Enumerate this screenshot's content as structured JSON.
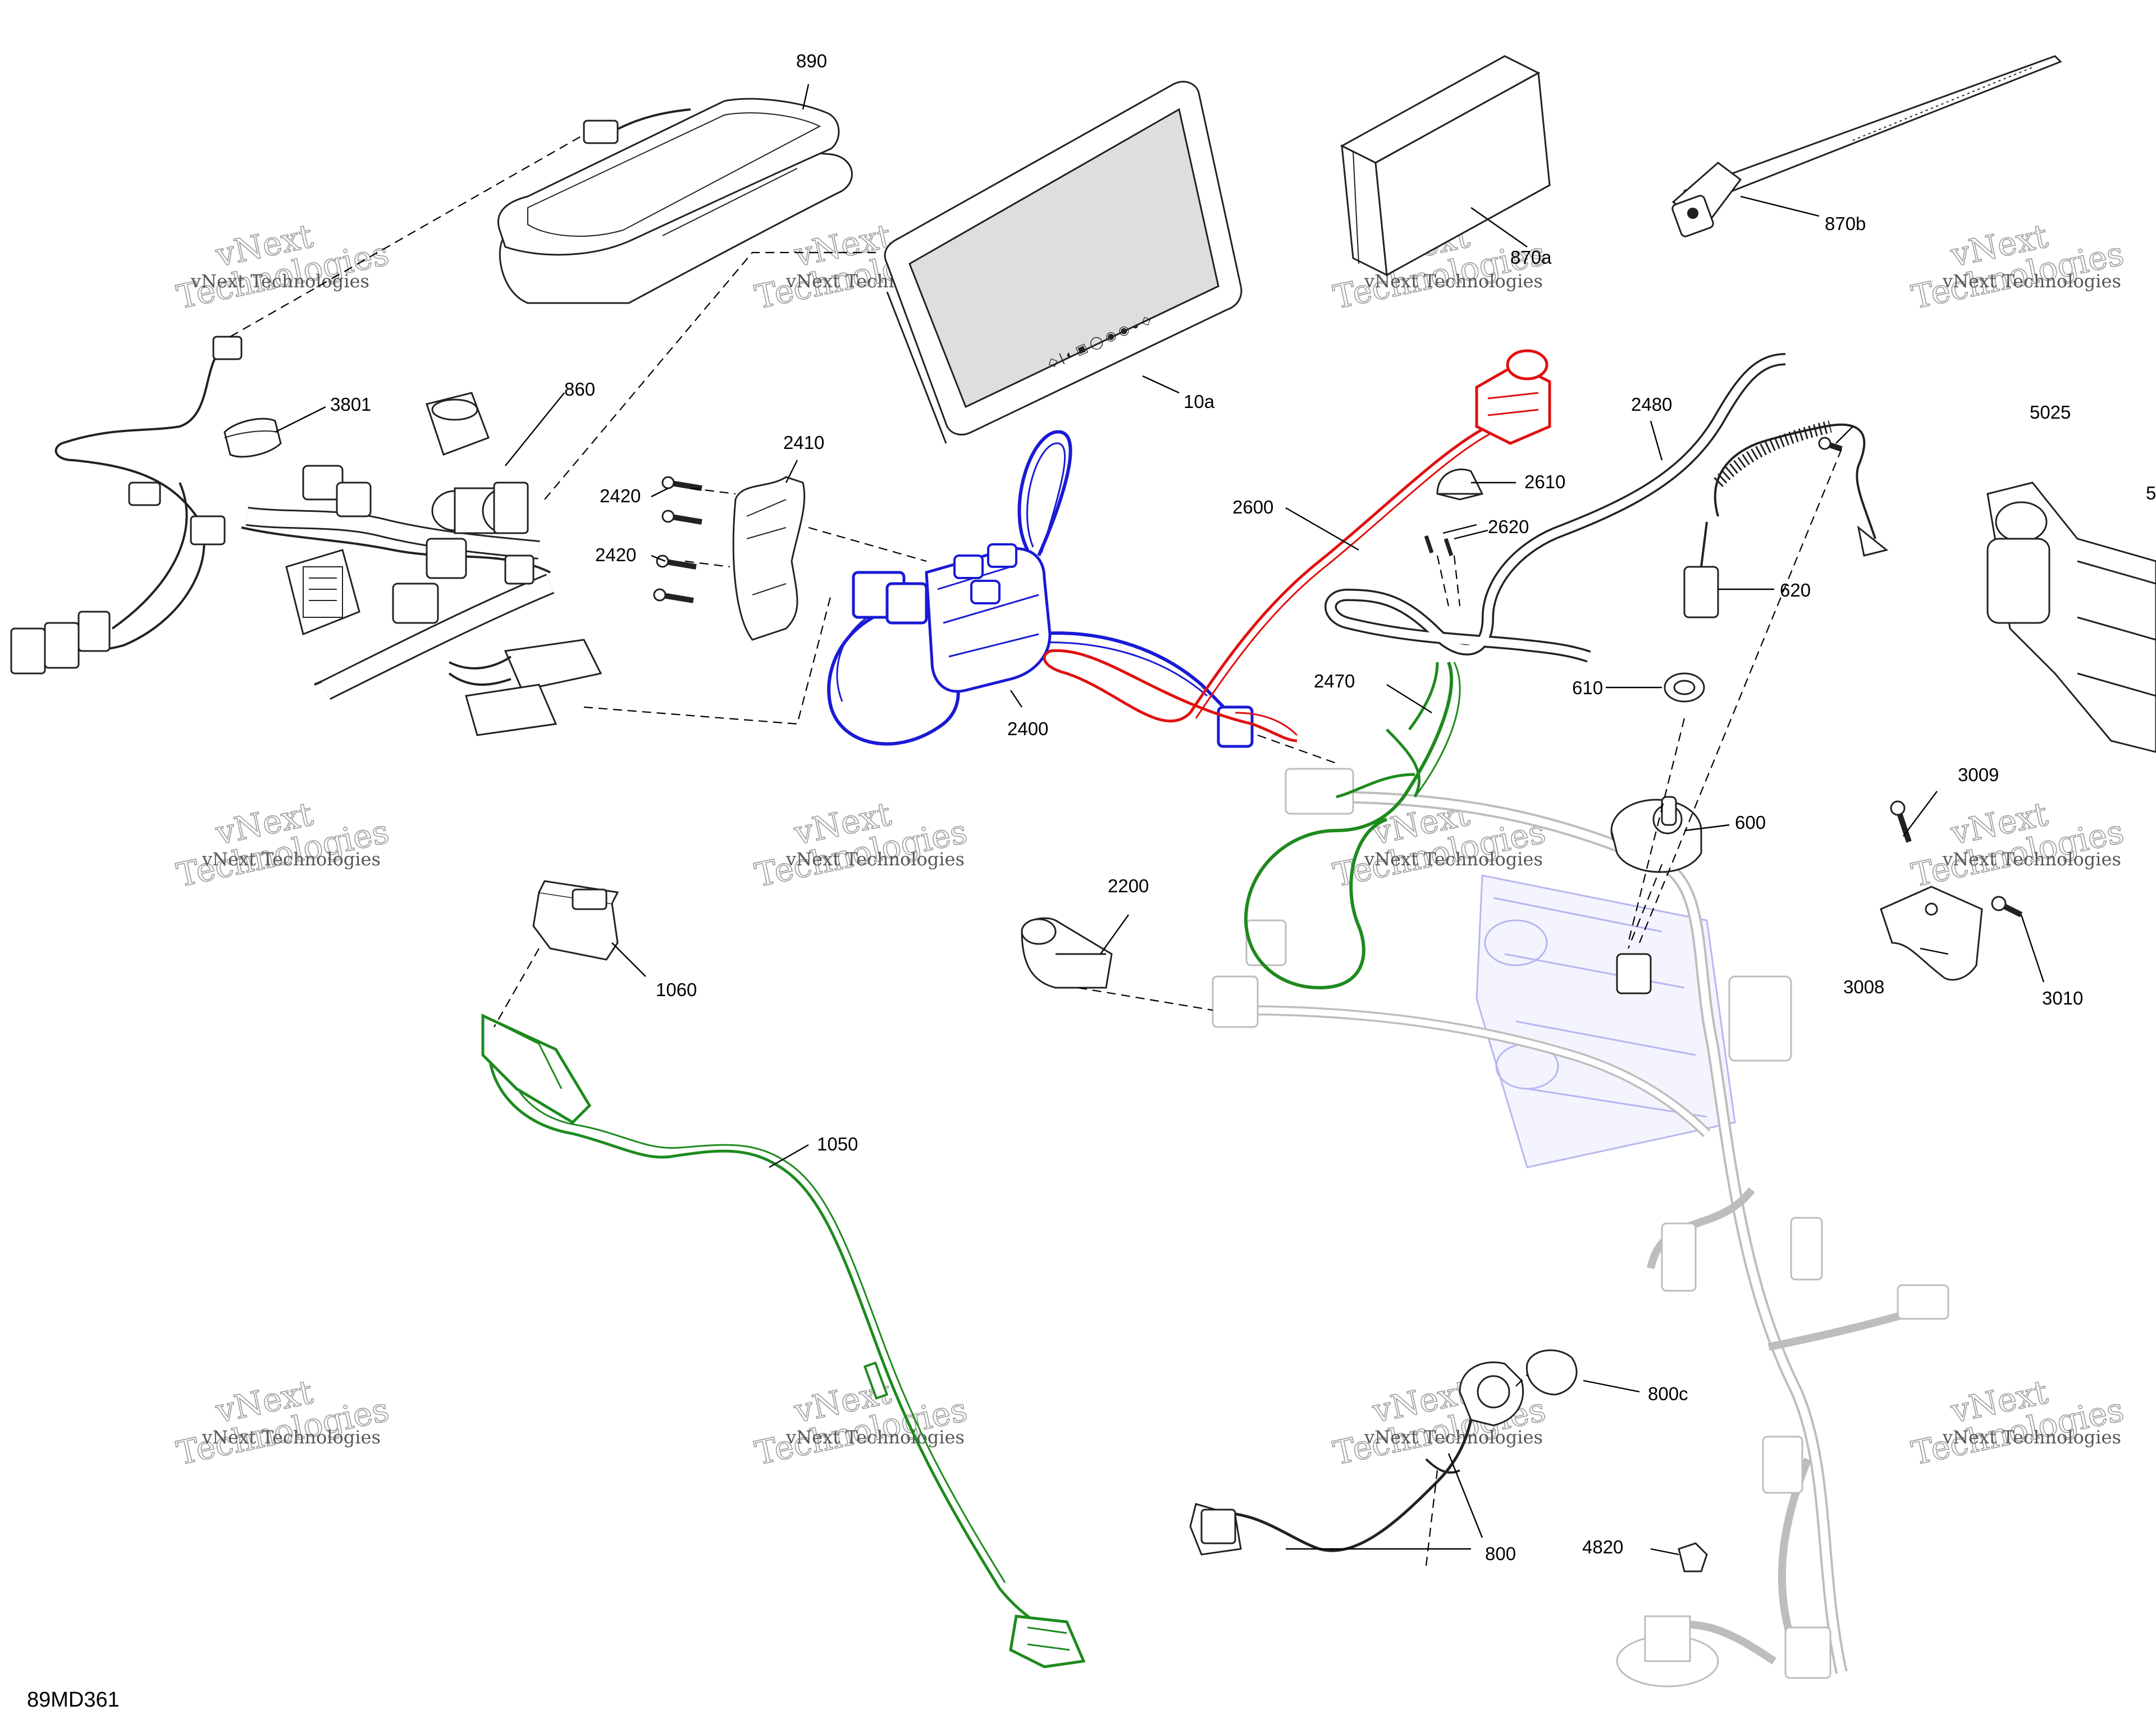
{
  "diagram": {
    "code": "89MD361",
    "watermark_line1": "vNext",
    "watermark_line2": "Technologies",
    "watermark_small": "vNext Technologies",
    "colors": {
      "highlight_blue": "#1a1ad6",
      "highlight_red": "#e01010",
      "highlight_green": "#1e8a1e",
      "ghost_blue": "#b7b7f0",
      "line": "#222222",
      "ghost": "#bdbdbd"
    },
    "labels": {
      "p890": "890",
      "p10a": "10a",
      "p870a": "870a",
      "p870b": "870b",
      "p3801": "3801",
      "p860": "860",
      "p2410": "2410",
      "p2420a": "2420",
      "p2420b": "2420",
      "p2400": "2400",
      "p2600": "2600",
      "p2610": "2610",
      "p2620": "2620",
      "p2480": "2480",
      "p620": "620",
      "p5025": "5025",
      "p5": "5",
      "p610": "610",
      "p2470": "2470",
      "p600": "600",
      "p3009": "3009",
      "p3008": "3008",
      "p3010": "3010",
      "p2200": "2200",
      "p1060": "1060",
      "p1050": "1050",
      "p800c": "800c",
      "p800": "800",
      "p4820": "4820"
    }
  }
}
